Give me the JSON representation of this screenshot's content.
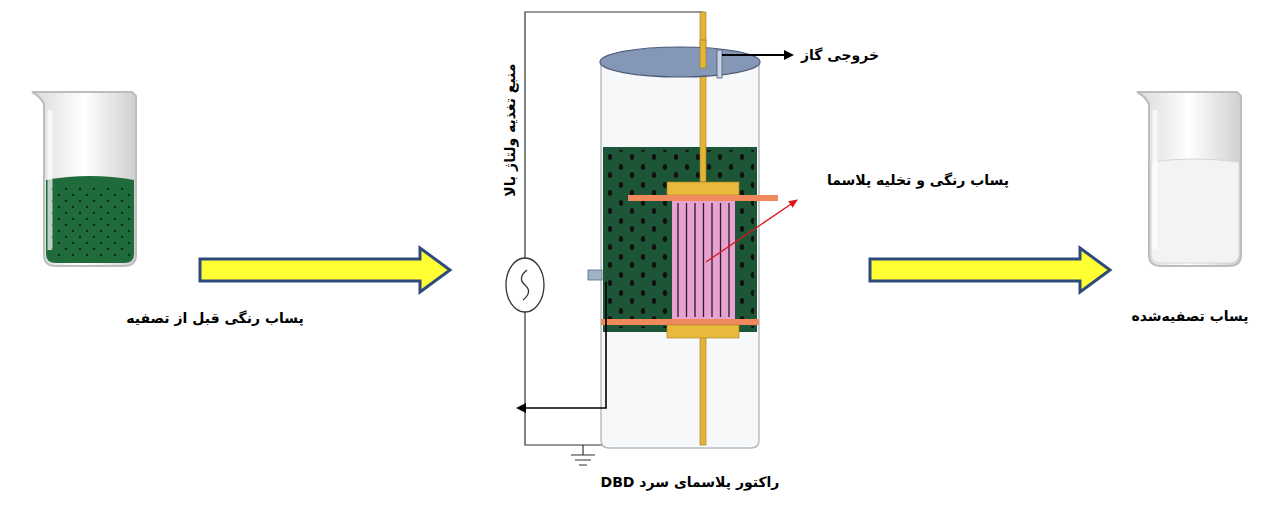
{
  "diagram": {
    "nodes": [
      {
        "text": [
          "پساب رنگی قبل از تصفیه"
        ]
      },
      {
        "text": [
          "راکتور پلاسمای سرد DBD"
        ]
      },
      {
        "text": [
          "پساب تصفیه‌شده"
        ]
      }
    ],
    "edges": [
      {
        "from": 0,
        "to": 1,
        "arrow": "to"
      },
      {
        "from": 1,
        "to": 2,
        "arrow": "to"
      }
    ],
    "labels": [
      "منبع تغذیه ولتاژ بالا",
      "خروجی گاز",
      "پساب رنگی و تخلیه پلاسما"
    ]
  }
}
